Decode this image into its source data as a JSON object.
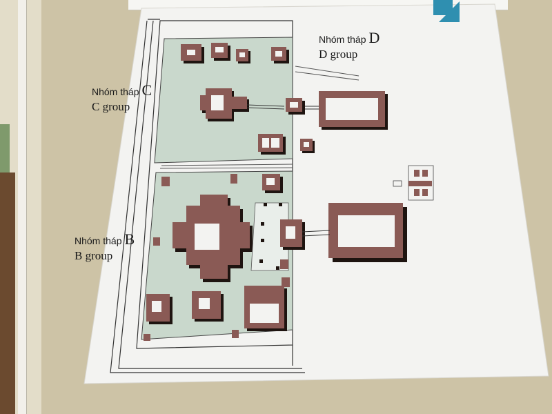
{
  "labels": {
    "group_d": {
      "vi_prefix": "Nhóm tháp",
      "letter": "D",
      "en": "D group"
    },
    "group_c": {
      "vi_prefix": "Nhóm tháp",
      "letter": "C",
      "en": "C group"
    },
    "group_b": {
      "vi_prefix": "Nhóm tháp",
      "letter": "B",
      "en": "B group"
    }
  },
  "colors": {
    "board": "#f3f3f1",
    "ground": "#c9d8cc",
    "tower": "#8a5a55",
    "tower_shadow": "#1e1410",
    "outline": "#3a3a3a",
    "arrow": "#2f8fb0"
  },
  "icons": {
    "direction": "arrow-icon"
  }
}
